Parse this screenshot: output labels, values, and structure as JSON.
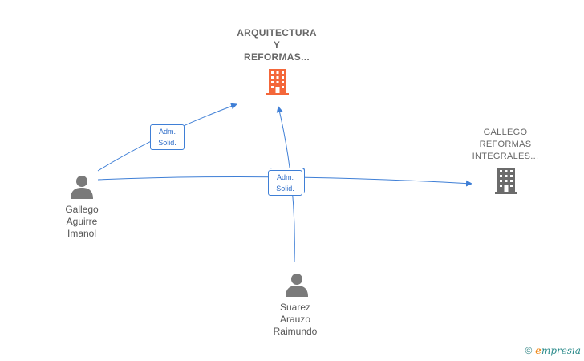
{
  "nodes": {
    "arquitectura": {
      "label_lines": [
        "ARQUITECTURA",
        "Y",
        "REFORMAS..."
      ],
      "icon": "building-icon",
      "color": "#f4673a"
    },
    "gallego_reformas": {
      "label_lines": [
        "GALLEGO",
        "REFORMAS",
        "INTEGRALES..."
      ],
      "icon": "building-icon",
      "color": "#6b6b6b"
    },
    "gallego_aguirre": {
      "label_lines": [
        "Gallego",
        "Aguirre",
        "Imanol"
      ],
      "icon": "person-icon",
      "color": "#7a7a7a"
    },
    "suarez_arauzo": {
      "label_lines": [
        "Suarez",
        "Arauzo",
        "Raimundo"
      ],
      "icon": "person-icon",
      "color": "#7a7a7a"
    }
  },
  "edges": [
    {
      "from": "Gallego Aguirre Imanol",
      "to": "ARQUITECTURA Y REFORMAS...",
      "role_lines": [
        "Adm.",
        "Solid."
      ]
    },
    {
      "from": "Gallego Aguirre Imanol",
      "to": "GALLEGO REFORMAS INTEGRALES...",
      "role_lines": [
        "Adm.",
        "Solid."
      ]
    },
    {
      "from": "Suarez Arauzo Raimundo",
      "to": "ARQUITECTURA Y REFORMAS...",
      "role_lines": [
        "Adm.",
        "Solid."
      ]
    }
  ],
  "edge_color": "#3f7fd6",
  "footer": {
    "copyright": "©",
    "brand_initial": "e",
    "brand_rest": "mpresia"
  }
}
